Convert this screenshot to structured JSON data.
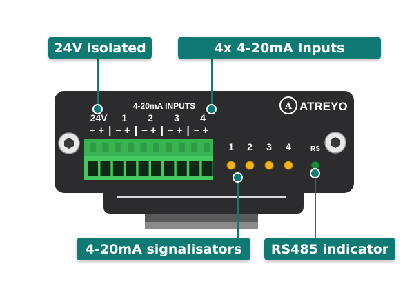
{
  "callouts": {
    "isolated_24v": "24V isolated",
    "inputs": "4x 4-20mA Inputs",
    "signalisators": "4-20mA signalisators",
    "rs485": "RS485 indicator"
  },
  "panel": {
    "header_label": "4-20mA INPUTS",
    "brand": "ATREYO",
    "brand_logo_text": "A",
    "channel_labels": [
      "24V",
      "1",
      "2",
      "3",
      "4"
    ],
    "polarity_signs": [
      "−",
      "+",
      "|",
      "−",
      "+",
      "|",
      "−",
      "+",
      "|",
      "−",
      "+",
      "|",
      "−",
      "+"
    ],
    "led_labels": [
      "1",
      "2",
      "3",
      "4"
    ],
    "rs_label": "RS"
  },
  "colors": {
    "accent": "#0f7a74",
    "panel": "#2c2c2e",
    "terminal": "#3ec25a",
    "led_amber": "#f2b21b",
    "led_green": "#1f8a3a"
  }
}
